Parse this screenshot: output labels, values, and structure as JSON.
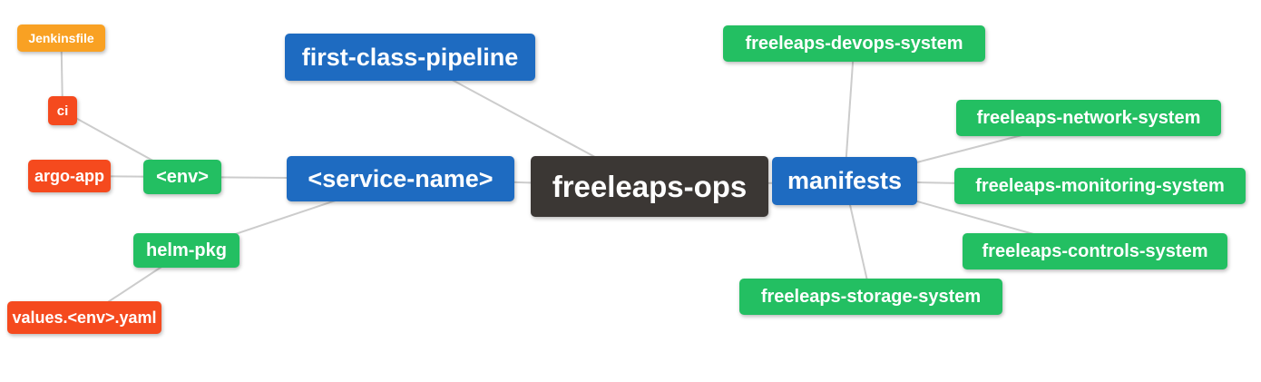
{
  "diagram": {
    "title": "freeleaps-ops repository structure mind map",
    "root_label": "freeleaps-ops"
  },
  "colors": {
    "blue": "#1e6bc1",
    "green": "#23bf62",
    "red": "#f54a1e",
    "orange": "#f9a123",
    "dark": "#3b3734",
    "edge": "#cccccc",
    "text": "#ffffff",
    "background": "#ffffff"
  },
  "nodes": [
    {
      "id": "jenkinsfile",
      "label": "Jenkinsfile",
      "color": "orange"
    },
    {
      "id": "ci",
      "label": "ci",
      "color": "red"
    },
    {
      "id": "argo-app",
      "label": "argo-app",
      "color": "red"
    },
    {
      "id": "env",
      "label": "<env>",
      "color": "green"
    },
    {
      "id": "helm-pkg",
      "label": "helm-pkg",
      "color": "green"
    },
    {
      "id": "values-env-yaml",
      "label": "values.<env>.yaml",
      "color": "red"
    },
    {
      "id": "first-class-pipeline",
      "label": "first-class-pipeline",
      "color": "blue"
    },
    {
      "id": "service-name",
      "label": "<service-name>",
      "color": "blue"
    },
    {
      "id": "freeleaps-ops",
      "label": "freeleaps-ops",
      "color": "dark"
    },
    {
      "id": "manifests",
      "label": "manifests",
      "color": "blue"
    },
    {
      "id": "devops-system",
      "label": "freeleaps-devops-system",
      "color": "green"
    },
    {
      "id": "network-system",
      "label": "freeleaps-network-system",
      "color": "green"
    },
    {
      "id": "monitoring-system",
      "label": "freeleaps-monitoring-system",
      "color": "green"
    },
    {
      "id": "controls-system",
      "label": "freeleaps-controls-system",
      "color": "green"
    },
    {
      "id": "storage-system",
      "label": "freeleaps-storage-system",
      "color": "green"
    }
  ],
  "edges": [
    [
      "jenkinsfile",
      "ci"
    ],
    [
      "ci",
      "env"
    ],
    [
      "argo-app",
      "env"
    ],
    [
      "env",
      "service-name"
    ],
    [
      "helm-pkg",
      "service-name"
    ],
    [
      "values-env-yaml",
      "helm-pkg"
    ],
    [
      "first-class-pipeline",
      "freeleaps-ops"
    ],
    [
      "service-name",
      "freeleaps-ops"
    ],
    [
      "freeleaps-ops",
      "manifests"
    ],
    [
      "manifests",
      "devops-system"
    ],
    [
      "manifests",
      "network-system"
    ],
    [
      "manifests",
      "monitoring-system"
    ],
    [
      "manifests",
      "controls-system"
    ],
    [
      "manifests",
      "storage-system"
    ]
  ]
}
